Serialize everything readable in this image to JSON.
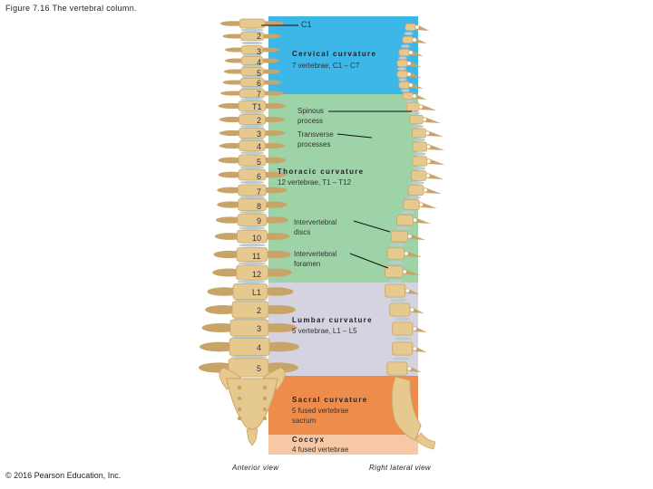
{
  "figure_title": "Figure 7.16 The vertebral column.",
  "copyright": "© 2016 Pearson Education, Inc.",
  "views": {
    "anterior": "Anterior view",
    "lateral": "Right lateral view"
  },
  "top_label": "C1",
  "cervical_numbers": [
    "2",
    "3",
    "4",
    "5",
    "6",
    "7"
  ],
  "thoracic_numbers": [
    "T1",
    "2",
    "3",
    "4",
    "5",
    "6",
    "7",
    "8",
    "9",
    "10",
    "11",
    "12"
  ],
  "lumbar_numbers": [
    "L1",
    "2",
    "3",
    "4",
    "5"
  ],
  "regions": {
    "cervical": {
      "title": "Cervical curvature",
      "sub": "7 vertebrae, C1 – C7",
      "color": "#3cb7e8"
    },
    "thoracic": {
      "title": "Thoracic curvature",
      "sub": "12 vertebrae, T1 – T12",
      "color": "#9dd3a6"
    },
    "lumbar": {
      "title": "Lumbar curvature",
      "sub": "5 vertebrae, L1 – L5",
      "color": "#d5d3df"
    },
    "sacral": {
      "title": "Sacral curvature",
      "sub": "5 fused vertebrae",
      "sub2": "sacrum",
      "color": "#ee8c4c"
    },
    "coccyx": {
      "title": "Coccyx",
      "sub": "4 fused vertebrae",
      "color": "#f6c8a6"
    }
  },
  "labels": {
    "spinous": "Spinous\nprocess",
    "transverse": "Transverse\nprocesses",
    "discs": "Intervertebral\ndiscs",
    "foramen": "Intervertebral\nforamen"
  },
  "colors": {
    "bone": "#e6c98f",
    "bone_dark": "#c9a468",
    "disc": "#b8ccd6"
  }
}
